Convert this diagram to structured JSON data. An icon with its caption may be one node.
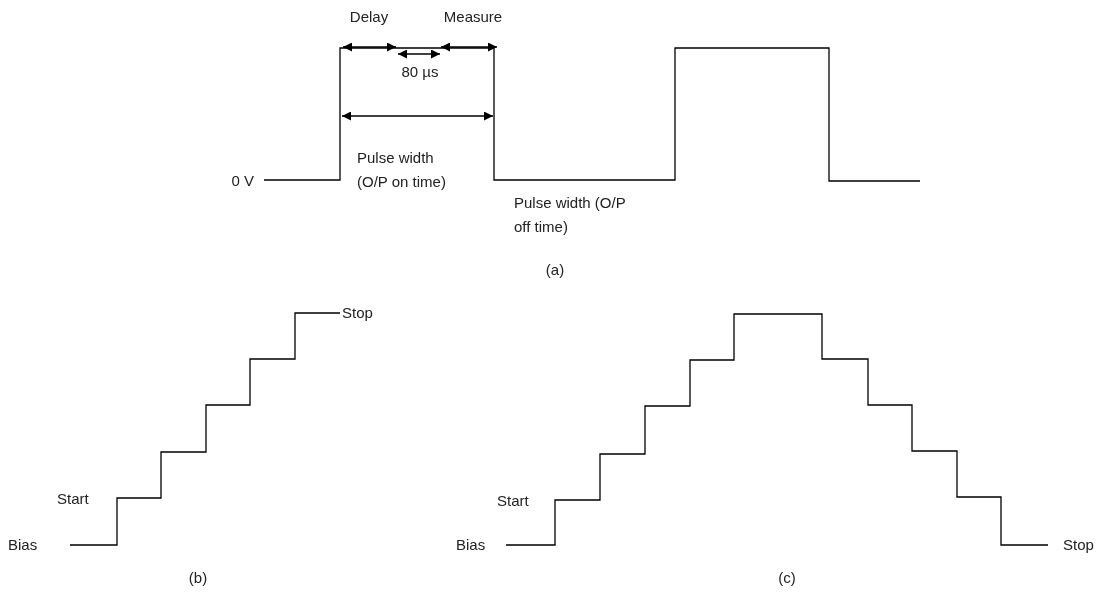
{
  "diagram": {
    "labels": [
      "Delay",
      "Measure",
      "80 µs",
      "0 V",
      "Pulse width (O/P on time)",
      "Pulse width (O/P off time)",
      "(a)",
      "Stop",
      "Start",
      "Bias",
      "(b)",
      "Start",
      "Bias",
      "Stop",
      "(c)"
    ]
  }
}
